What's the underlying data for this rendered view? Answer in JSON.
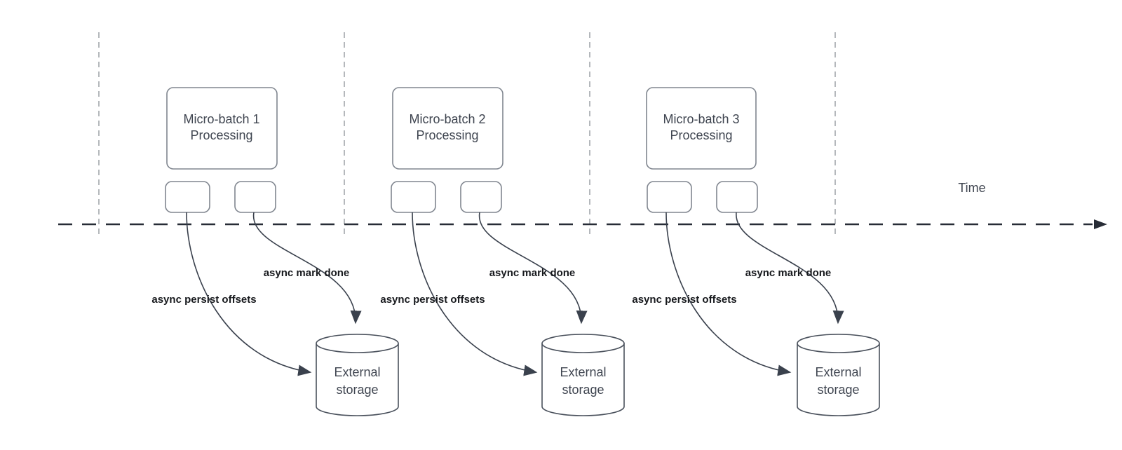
{
  "time_axis": {
    "label": "Time"
  },
  "batches": [
    {
      "title": "Micro-batch 1",
      "subtitle": "Processing",
      "persist_label": "async persist offsets",
      "done_label": "async mark done",
      "storage_line1": "External",
      "storage_line2": "storage"
    },
    {
      "title": "Micro-batch 2",
      "subtitle": "Processing",
      "persist_label": "async persist offsets",
      "done_label": "async mark done",
      "storage_line1": "External",
      "storage_line2": "storage"
    },
    {
      "title": "Micro-batch 3",
      "subtitle": "Processing",
      "persist_label": "async persist offsets",
      "done_label": "async mark done",
      "storage_line1": "External",
      "storage_line2": "storage"
    }
  ],
  "colors": {
    "canvas-bg": "#ffffff",
    "divider": "#a8acb1",
    "timeline": "#272c36",
    "node-border": "#80868f",
    "node-text": "#3f4550",
    "connector": "#3a414d",
    "label-text": "#17191d",
    "storage-border": "#4a515c"
  }
}
